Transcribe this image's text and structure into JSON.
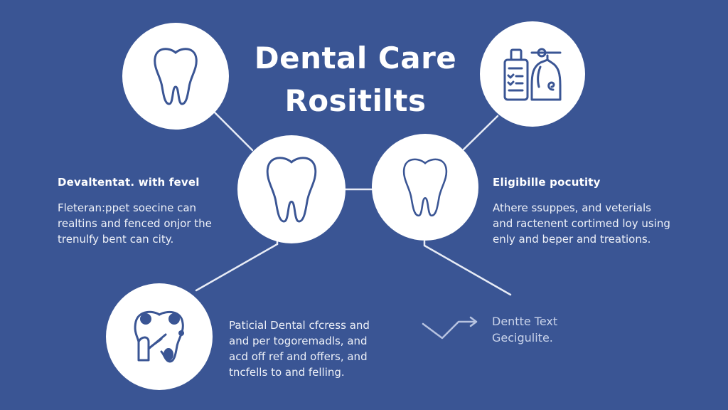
{
  "title": {
    "line1": "Dental Care",
    "line2": "Rositilts"
  },
  "colors": {
    "background": "#3a5594",
    "circle": "#ffffff",
    "icon_stroke": "#3a5594",
    "text": "#ffffff",
    "note_text": "#c9d3ea"
  },
  "nodes": [
    {
      "id": "top-left",
      "icon": "tooth-icon"
    },
    {
      "id": "top-right",
      "icon": "dental-products-icon"
    },
    {
      "id": "center-left",
      "icon": "tooth-icon"
    },
    {
      "id": "center-right",
      "icon": "tooth-icon"
    },
    {
      "id": "bottom-left",
      "icon": "damaged-tooth-icon"
    }
  ],
  "left_block": {
    "heading": "Devaltentat. with fevel",
    "lines": [
      "Fleteran:ppet soecine can",
      "realtins and fenced onjor the",
      "trenulfy bent can city."
    ]
  },
  "right_block": {
    "heading": "Eligibille pocutity",
    "lines": [
      "Athere ssuppes, and veterials",
      "and ractenent cortimed loy using",
      "enly and beper and treations."
    ]
  },
  "bottom_block": {
    "lines": [
      "Paticial Dental cfcress and",
      "and per togoremadls, and",
      "acd off ref and offers, and",
      "tncfells to and felling."
    ]
  },
  "note": {
    "icon": "trend-arrow-icon",
    "line1": "Dentte Text",
    "line2": "Gecigulite."
  }
}
